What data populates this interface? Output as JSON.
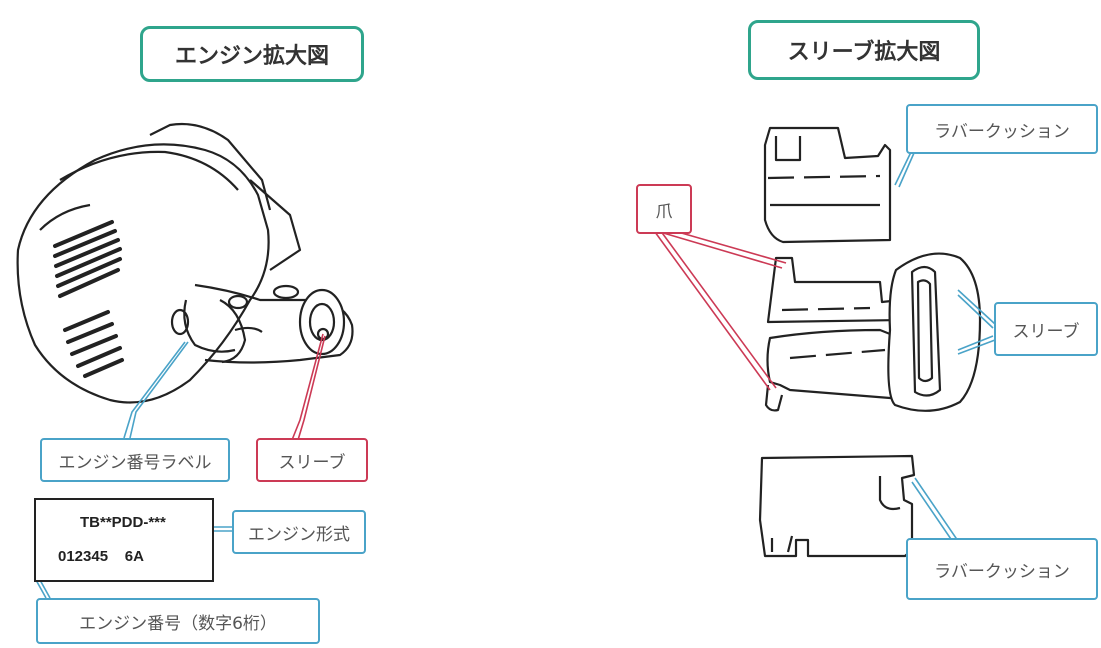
{
  "left_panel": {
    "title": "エンジン拡大図",
    "callout_label": "エンジン番号ラベル",
    "callout_sleeve": "スリーブ",
    "plate_line1": "TB**PDD-***",
    "plate_line2": "012345    6A",
    "callout_model": "エンジン形式",
    "callout_number": "エンジン番号（数字6桁）"
  },
  "right_panel": {
    "title": "スリーブ拡大図",
    "callout_rubber_top": "ラバークッション",
    "callout_claw": "爪",
    "callout_sleeve": "スリーブ",
    "callout_rubber_bottom": "ラバークッション"
  },
  "colors": {
    "title_border": "#2fa58c",
    "callout_blue": "#4aa3c8",
    "callout_red": "#cc3a55",
    "line_art": "#222222"
  }
}
